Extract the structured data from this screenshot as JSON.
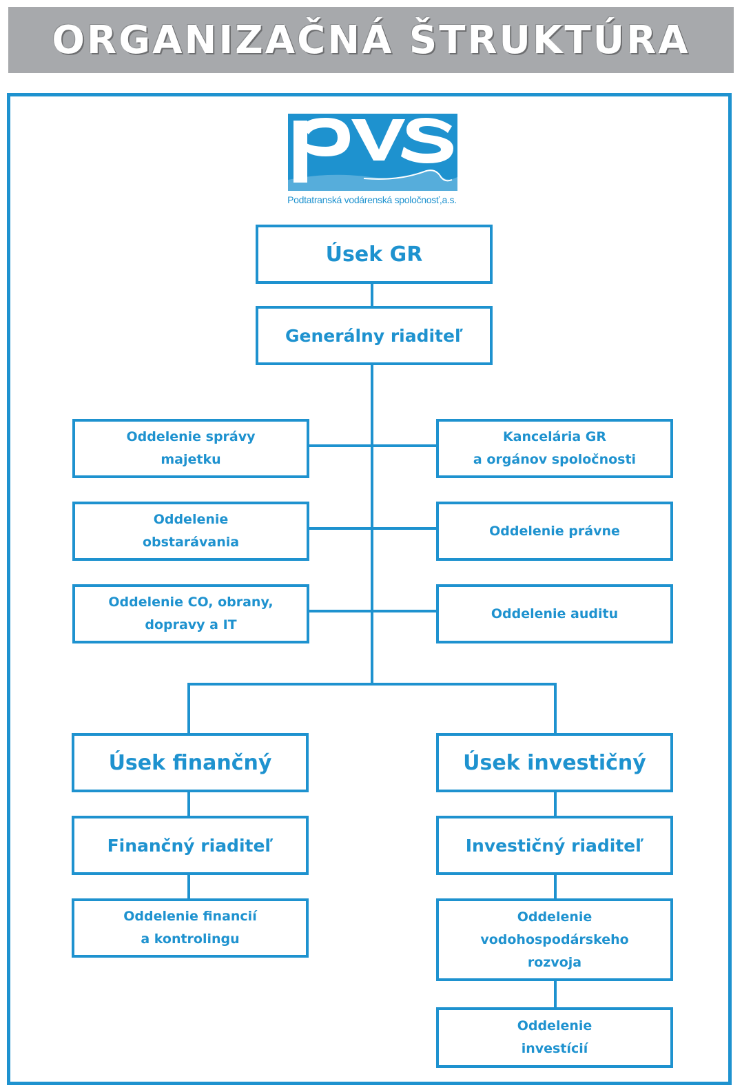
{
  "header": {
    "title": "ORGANIZAČNÁ ŠTRUKTÚRA"
  },
  "logo": {
    "mark": "PVS",
    "caption": "Podtatranská vodárenská spoločnosť,a.s."
  },
  "colors": {
    "accent": "#1e92cf",
    "header_bg": "#a7a9ac"
  },
  "org": {
    "top": {
      "division": "Úsek GR",
      "head": "Generálny riaditeľ"
    },
    "left_units": [
      "Oddelenie správy\nmajetku",
      "Oddelenie\nobstarávania",
      "Oddelenie CO, obrany,\ndopravy a IT"
    ],
    "right_units": [
      "Kancelária GR\na orgánov spoločnosti",
      "Oddelenie právne",
      "Oddelenie auditu"
    ],
    "finance": {
      "division": "Úsek finančný",
      "head": "Finančný riaditeľ",
      "units": [
        "Oddelenie financií\na kontrolingu"
      ]
    },
    "investment": {
      "division": "Úsek investičný",
      "head": "Investičný riaditeľ",
      "units": [
        "Oddelenie\nvodohospodárskeho\nrozvoja",
        "Oddelenie\ninvestícií"
      ]
    }
  }
}
